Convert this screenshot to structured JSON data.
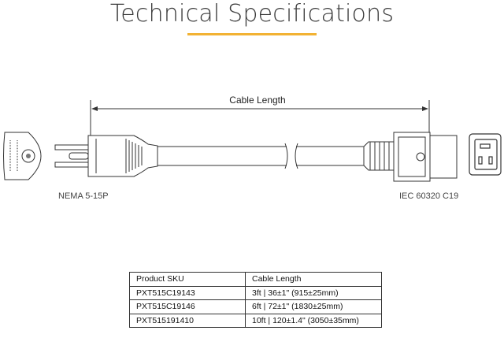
{
  "header": {
    "title": "Technical Specifications",
    "accent_color": "#f2b233"
  },
  "diagram": {
    "dimension_label": "Cable Length",
    "left_connector": "NEMA 5-15P",
    "right_connector": "IEC 60320 C19",
    "plug_icon": "nema-plug-face-icon",
    "socket_icon": "c19-socket-face-icon"
  },
  "table": {
    "headers": [
      "Product SKU",
      "Cable Length"
    ],
    "rows": [
      {
        "sku": "PXT515C19143",
        "length": "3ft    |  36±1\" (915±25mm)"
      },
      {
        "sku": "PXT515C19146",
        "length": "6ft    |  72±1\" (1830±25mm)"
      },
      {
        "sku": "PXT515191410",
        "length": "10ft  |  120±1.4\" (3050±35mm)"
      }
    ]
  }
}
